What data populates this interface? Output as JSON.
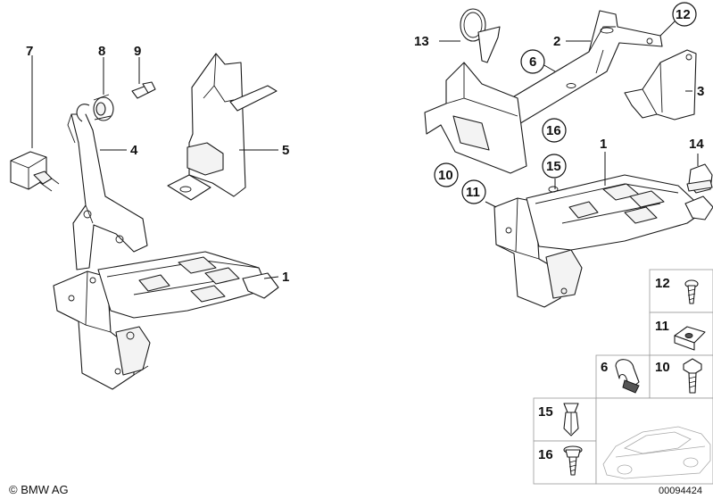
{
  "diagram": {
    "labels": {
      "l1a": "1",
      "l1b": "1",
      "l2": "2",
      "l3": "3",
      "l4": "4",
      "l5": "5",
      "l6": "6",
      "l7": "7",
      "l8": "8",
      "l9": "9",
      "l10": "10",
      "l11": "11",
      "l12": "12",
      "l13": "13",
      "l14": "14",
      "l15": "15",
      "l16": "16"
    },
    "legend": {
      "l12": "12",
      "l11": "11",
      "l6": "6",
      "l10": "10",
      "l15": "15",
      "l16": "16"
    },
    "copyright": "© BMW AG",
    "code": "00094424"
  }
}
